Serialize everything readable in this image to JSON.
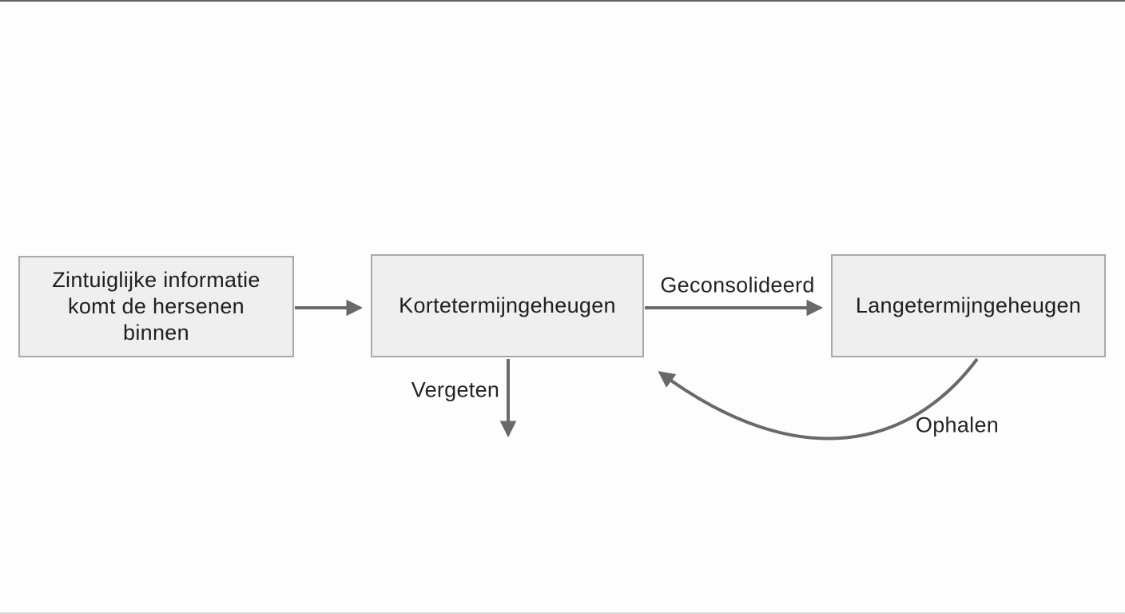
{
  "diagram": {
    "language": "nl",
    "nodes": {
      "sensory": {
        "label": "Zintuiglijke informatie komt de hersenen binnen",
        "line1": "Zintuiglijke informatie",
        "line2": "komt de hersenen",
        "line3": "binnen"
      },
      "short_term": {
        "label": "Kortetermijngeheugen"
      },
      "long_term": {
        "label": "Langetermijngeheugen"
      }
    },
    "edges": [
      {
        "from": "sensory",
        "to": "short_term",
        "label": ""
      },
      {
        "from": "short_term",
        "to": "long_term",
        "label": "Geconsolideerd"
      },
      {
        "from": "short_term",
        "to": "offscreen-bottom",
        "label": "Vergeten"
      },
      {
        "from": "long_term",
        "to": "short_term",
        "label": "Ophalen"
      }
    ],
    "colors": {
      "box_fill": "#efefef",
      "box_border": "#a9a9a9",
      "arrow": "#696969",
      "text": "#1f1f1f",
      "background": "#fdfdfd"
    }
  }
}
